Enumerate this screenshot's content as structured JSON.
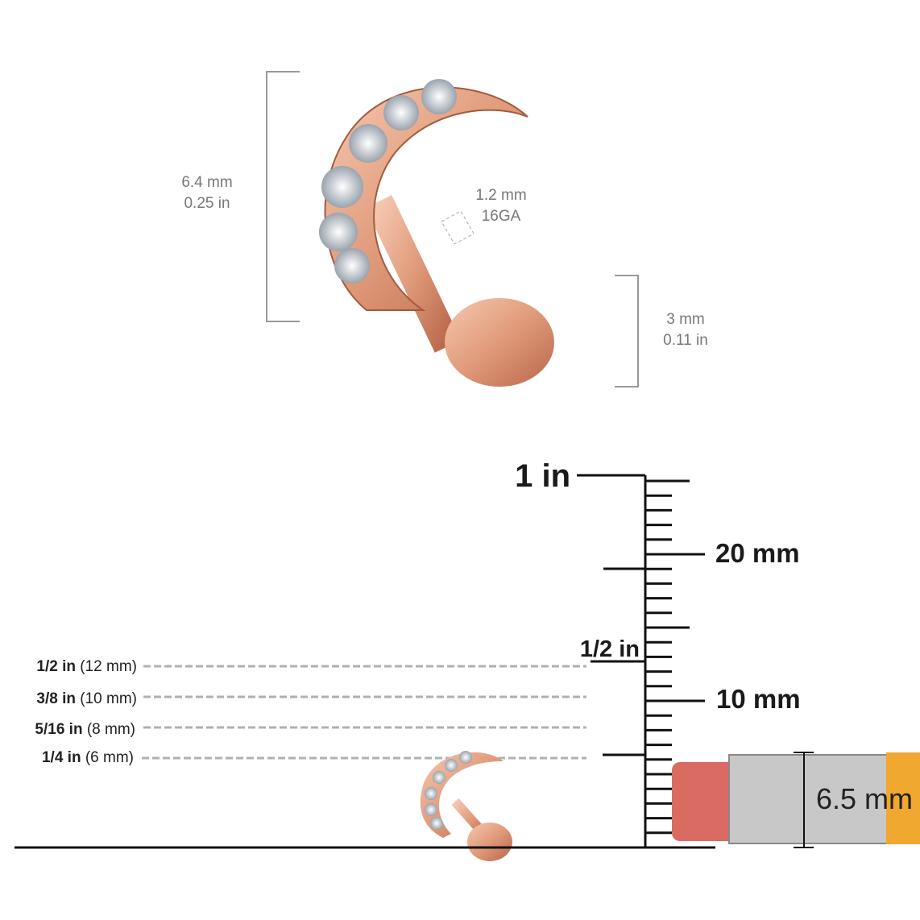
{
  "dimensions": {
    "height": {
      "mm": "6.4 mm",
      "in": "0.25 in"
    },
    "gauge": {
      "mm": "1.2 mm",
      "ga": "16GA"
    },
    "disc": {
      "mm": "3 mm",
      "in": "0.11 in"
    }
  },
  "ruler": {
    "inch_labels": {
      "one": "1 in",
      "half": "1/2 in"
    },
    "mm_labels": {
      "twenty": "20 mm",
      "ten": "10 mm"
    },
    "pencil_label": "6.5 mm"
  },
  "reference_lines": [
    {
      "in": "1/2 in",
      "mm": "(12 mm)"
    },
    {
      "in": "3/8 in",
      "mm": "(10 mm)"
    },
    {
      "in": "5/16 in",
      "mm": "(8 mm)"
    },
    {
      "in": "1/4 in",
      "mm": "(6 mm)"
    }
  ],
  "colors": {
    "rose_gold": "#e8a486",
    "eraser": "#d96b63",
    "ferrule": "#c8c8c8",
    "pencil": "#f0a830"
  }
}
